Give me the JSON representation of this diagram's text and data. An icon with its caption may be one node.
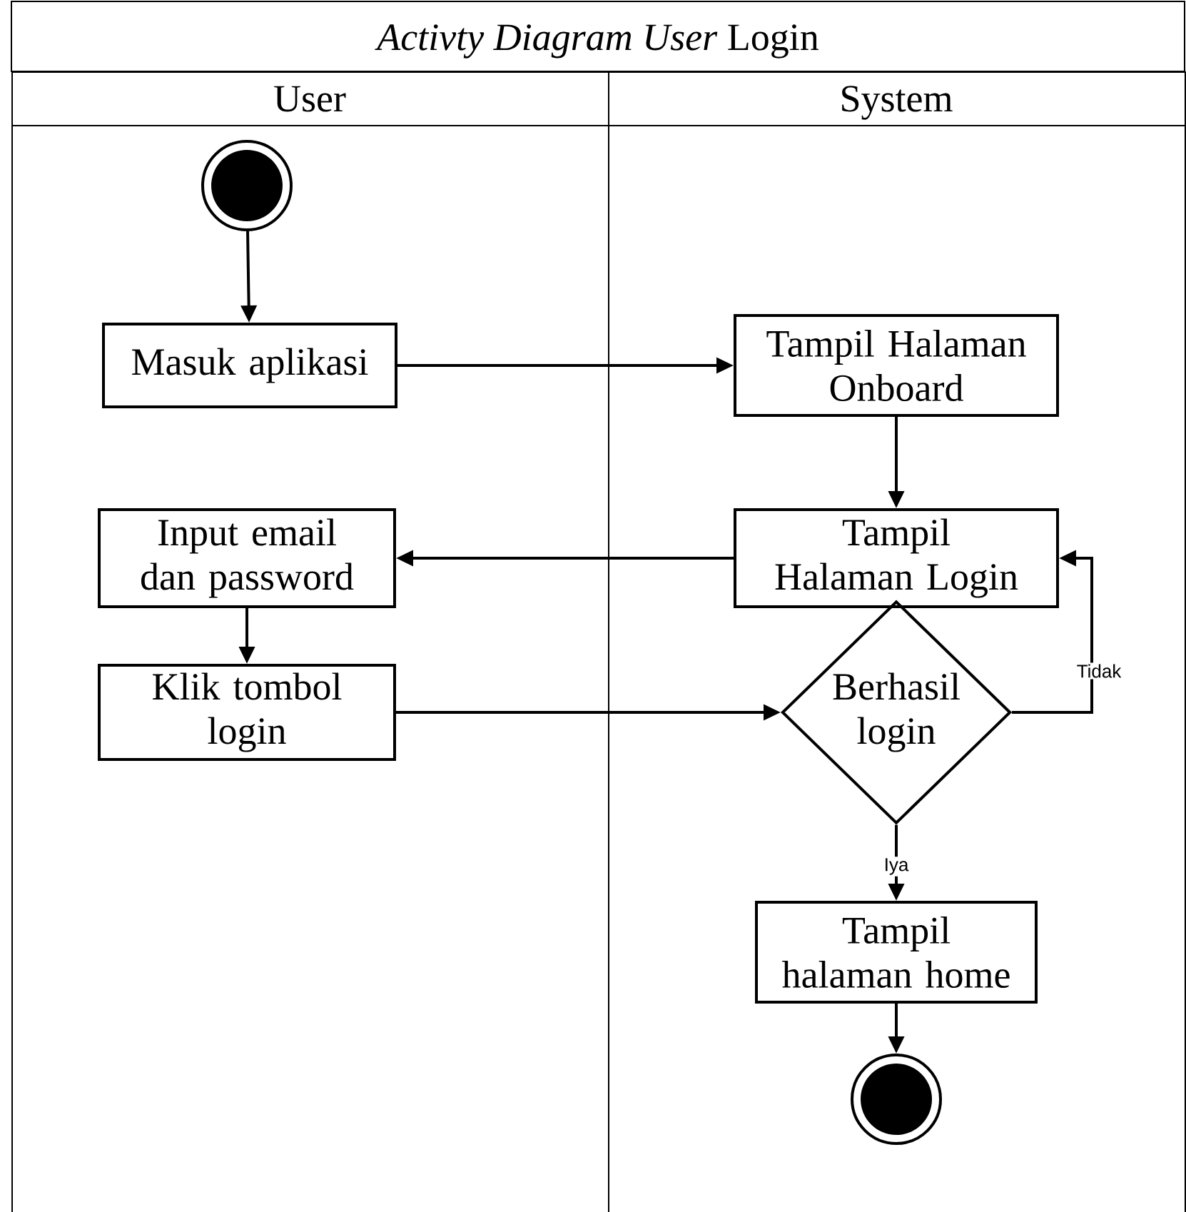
{
  "diagram": {
    "title": "*Activty Diagram User* Login",
    "nodes": [
      {
        "text": [
          "User"
        ]
      },
      {
        "text": [
          "System"
        ]
      },
      {
        "text": [],
        "shape": "circle",
        "in": 0
      },
      {
        "text": [
          "Masuk aplikasi"
        ],
        "in": 0
      },
      {
        "text": [
          "Tampil Halaman Onboard"
        ],
        "in": 1
      },
      {
        "text": [
          "Input email dan password"
        ],
        "in": 0
      },
      {
        "text": [
          "Tampil Halaman Login"
        ],
        "in": 1
      },
      {
        "text": [
          "Klik tombol login"
        ],
        "in": 0
      },
      {
        "text": [
          "Berhasil login"
        ],
        "in": 1
      },
      {
        "text": [
          "Tampil halaman home"
        ],
        "in": 1
      },
      {
        "text": [],
        "shape": "circle",
        "in": 1
      }
    ],
    "edges": [
      {
        "from": 2,
        "to": 3,
        "arrow": "to"
      },
      {
        "from": 3,
        "to": 4,
        "arrow": "to"
      },
      {
        "from": 4,
        "to": 6,
        "arrow": "to"
      },
      {
        "from": 6,
        "to": 5,
        "arrow": "to"
      },
      {
        "from": 5,
        "to": 7,
        "arrow": "to"
      },
      {
        "from": 7,
        "to": 8,
        "arrow": "to"
      },
      {
        "from": 8,
        "to": 6,
        "arrow": "to",
        "label": "Tidak"
      },
      {
        "from": 8,
        "to": 9,
        "arrow": "to",
        "label": "Iya"
      },
      {
        "from": 9,
        "to": 10,
        "arrow": "to"
      }
    ]
  }
}
